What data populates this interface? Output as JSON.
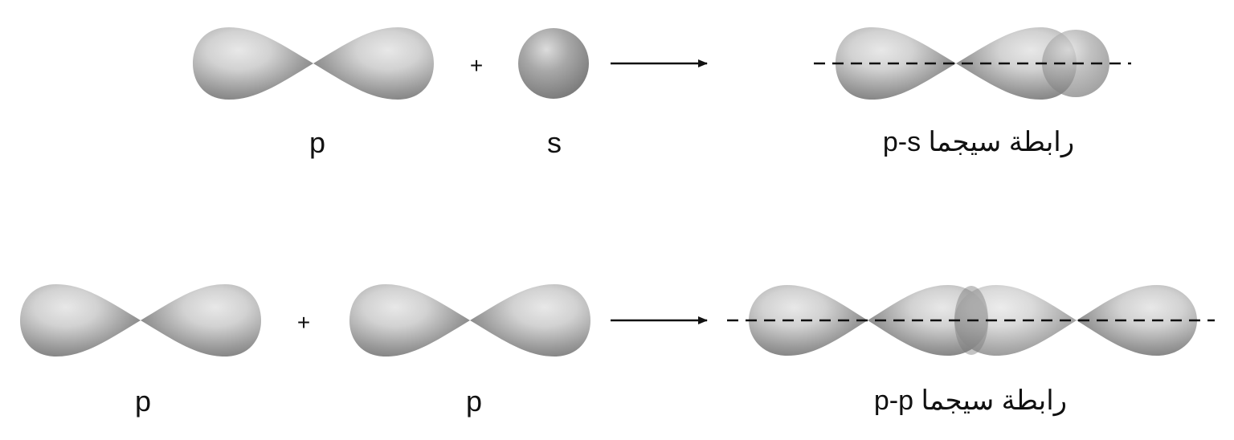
{
  "row1": {
    "reactant_a_label": "p",
    "operator": "+",
    "reactant_b_label": "s",
    "product_label": "رابطة سيجما p-s",
    "product_label_latin": "p-s",
    "product_label_arabic": "رابطة سيجما"
  },
  "row2": {
    "reactant_a_label": "p",
    "operator": "+",
    "reactant_b_label": "p",
    "product_label": "رابطة سيجما p-p",
    "product_label_latin": "p-p",
    "product_label_arabic": "رابطة سيجما"
  },
  "colors": {
    "orbital_fill": "#8f8f8f",
    "orbital_highlight": "#e6e6e6",
    "overlap_fill": "#7a7a7a",
    "axis_line": "#111111",
    "arrow": "#111111"
  }
}
